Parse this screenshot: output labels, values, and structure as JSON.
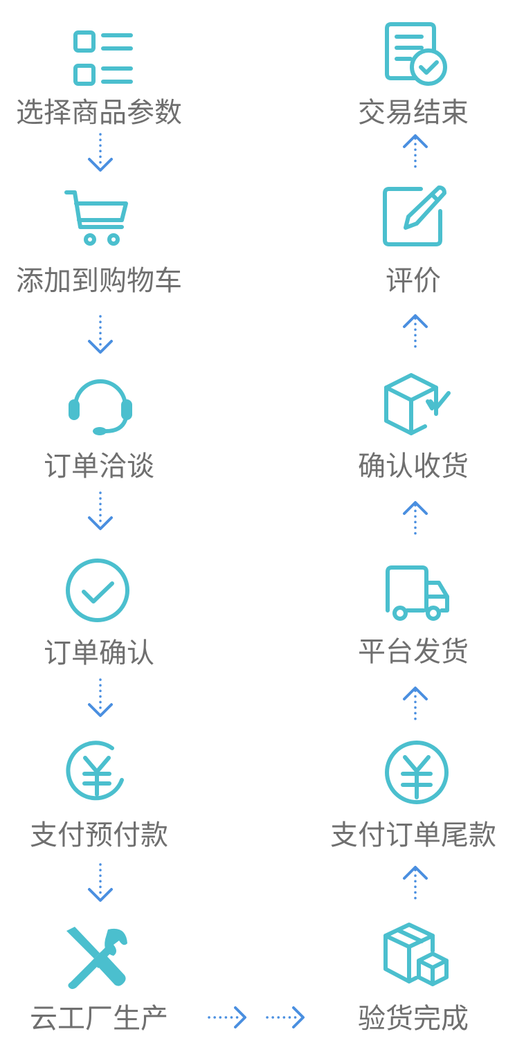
{
  "colors": {
    "icon": "#4bbfce",
    "arrow": "#4a8fe0",
    "label": "#6f6f6f",
    "background": "#ffffff"
  },
  "left_column": [
    {
      "label": "选择商品参数",
      "icon": "list-icon"
    },
    {
      "label": "添加到购物车",
      "icon": "shopping-cart-icon"
    },
    {
      "label": "订单洽谈",
      "icon": "headset-icon"
    },
    {
      "label": "订单确认",
      "icon": "check-circle-icon"
    },
    {
      "label": "支付预付款",
      "icon": "yen-circle-icon"
    },
    {
      "label": "云工厂生产",
      "icon": "tools-icon"
    }
  ],
  "right_column": [
    {
      "label": "交易结束",
      "icon": "document-check-icon"
    },
    {
      "label": "评价",
      "icon": "edit-icon"
    },
    {
      "label": "确认收货",
      "icon": "box-check-icon"
    },
    {
      "label": "平台发货",
      "icon": "truck-icon"
    },
    {
      "label": "支付订单尾款",
      "icon": "yen-circle-icon"
    },
    {
      "label": "验货完成",
      "icon": "boxes-icon"
    }
  ]
}
